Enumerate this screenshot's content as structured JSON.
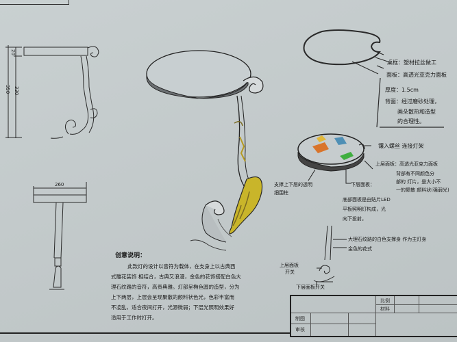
{
  "sheet": {
    "background_color": "#c5cccd",
    "ink_color": "#1b1b1b",
    "accent_colors": {
      "gold": "#c9b52a",
      "olive": "#7a6a22",
      "orange": "#d9742b",
      "blue": "#4f8fb5",
      "green": "#3fae3f",
      "yellow": "#e2b83a"
    }
  },
  "side_elevation": {
    "dimensions": {
      "total_height": "350",
      "top_thickness": "20",
      "leg_height": "330"
    }
  },
  "front_elevation": {
    "dimensions": {
      "top_width": "260"
    }
  },
  "top_plan_notes": {
    "frame": "桌框：塑材拉丝做工",
    "panel": "面板：高透光亚克力面板",
    "thickness": "厚度：1.5cm",
    "back": "背面：经过磨砂处理，",
    "back_line2": "画朵散热和造型",
    "back_line3": "的合理性。"
  },
  "lamp_detail_notes": {
    "embed": "镶入螺丝 连接灯架",
    "upper_panel": "上层面板：高透光亚克力面板",
    "upper_panel_l2": "背部有不同颜色分",
    "upper_panel_l3": "部的 灯片，是大小不",
    "upper_panel_l4": "一的聚散 颜料状(强弱光)",
    "support": "支撑上下层的透明",
    "support_l2": "细围柱",
    "lower_panel": "下层面板：",
    "lower_panel_l2": "底部面板是由贴片LED",
    "lower_panel_l3": "平板照明灯构成，光",
    "lower_panel_l4": "向下投射。"
  },
  "leg_detail_notes": {
    "marble": "大理石纹路的白色支撑身 作为主灯身",
    "gold": "金色的花式",
    "upper_switch": "上层面板",
    "upper_switch_l2": "开关",
    "lower_switch": "下层面板开关"
  },
  "description": {
    "title": "创意说明：",
    "lines": [
      "此款灯的设计以音符为载体，在支身上以古典西",
      "式雕花装饰 相结合，古典又浪漫，金色的花饰搭配白色大",
      "理石纹路的音符，高贵典雅。灯部呈椭色圆的造型，分为",
      "上下两层，上层会呈现聚散的颜料状色光，色彩丰富而",
      "不凌乱，适合夜间打开，光源微弱；下层光照明效果好",
      "适用于工作时打开。"
    ]
  },
  "title_block": {
    "scale_label": "比例",
    "material_label": "材料",
    "drawn_label": "制图",
    "review_label": "审核"
  }
}
